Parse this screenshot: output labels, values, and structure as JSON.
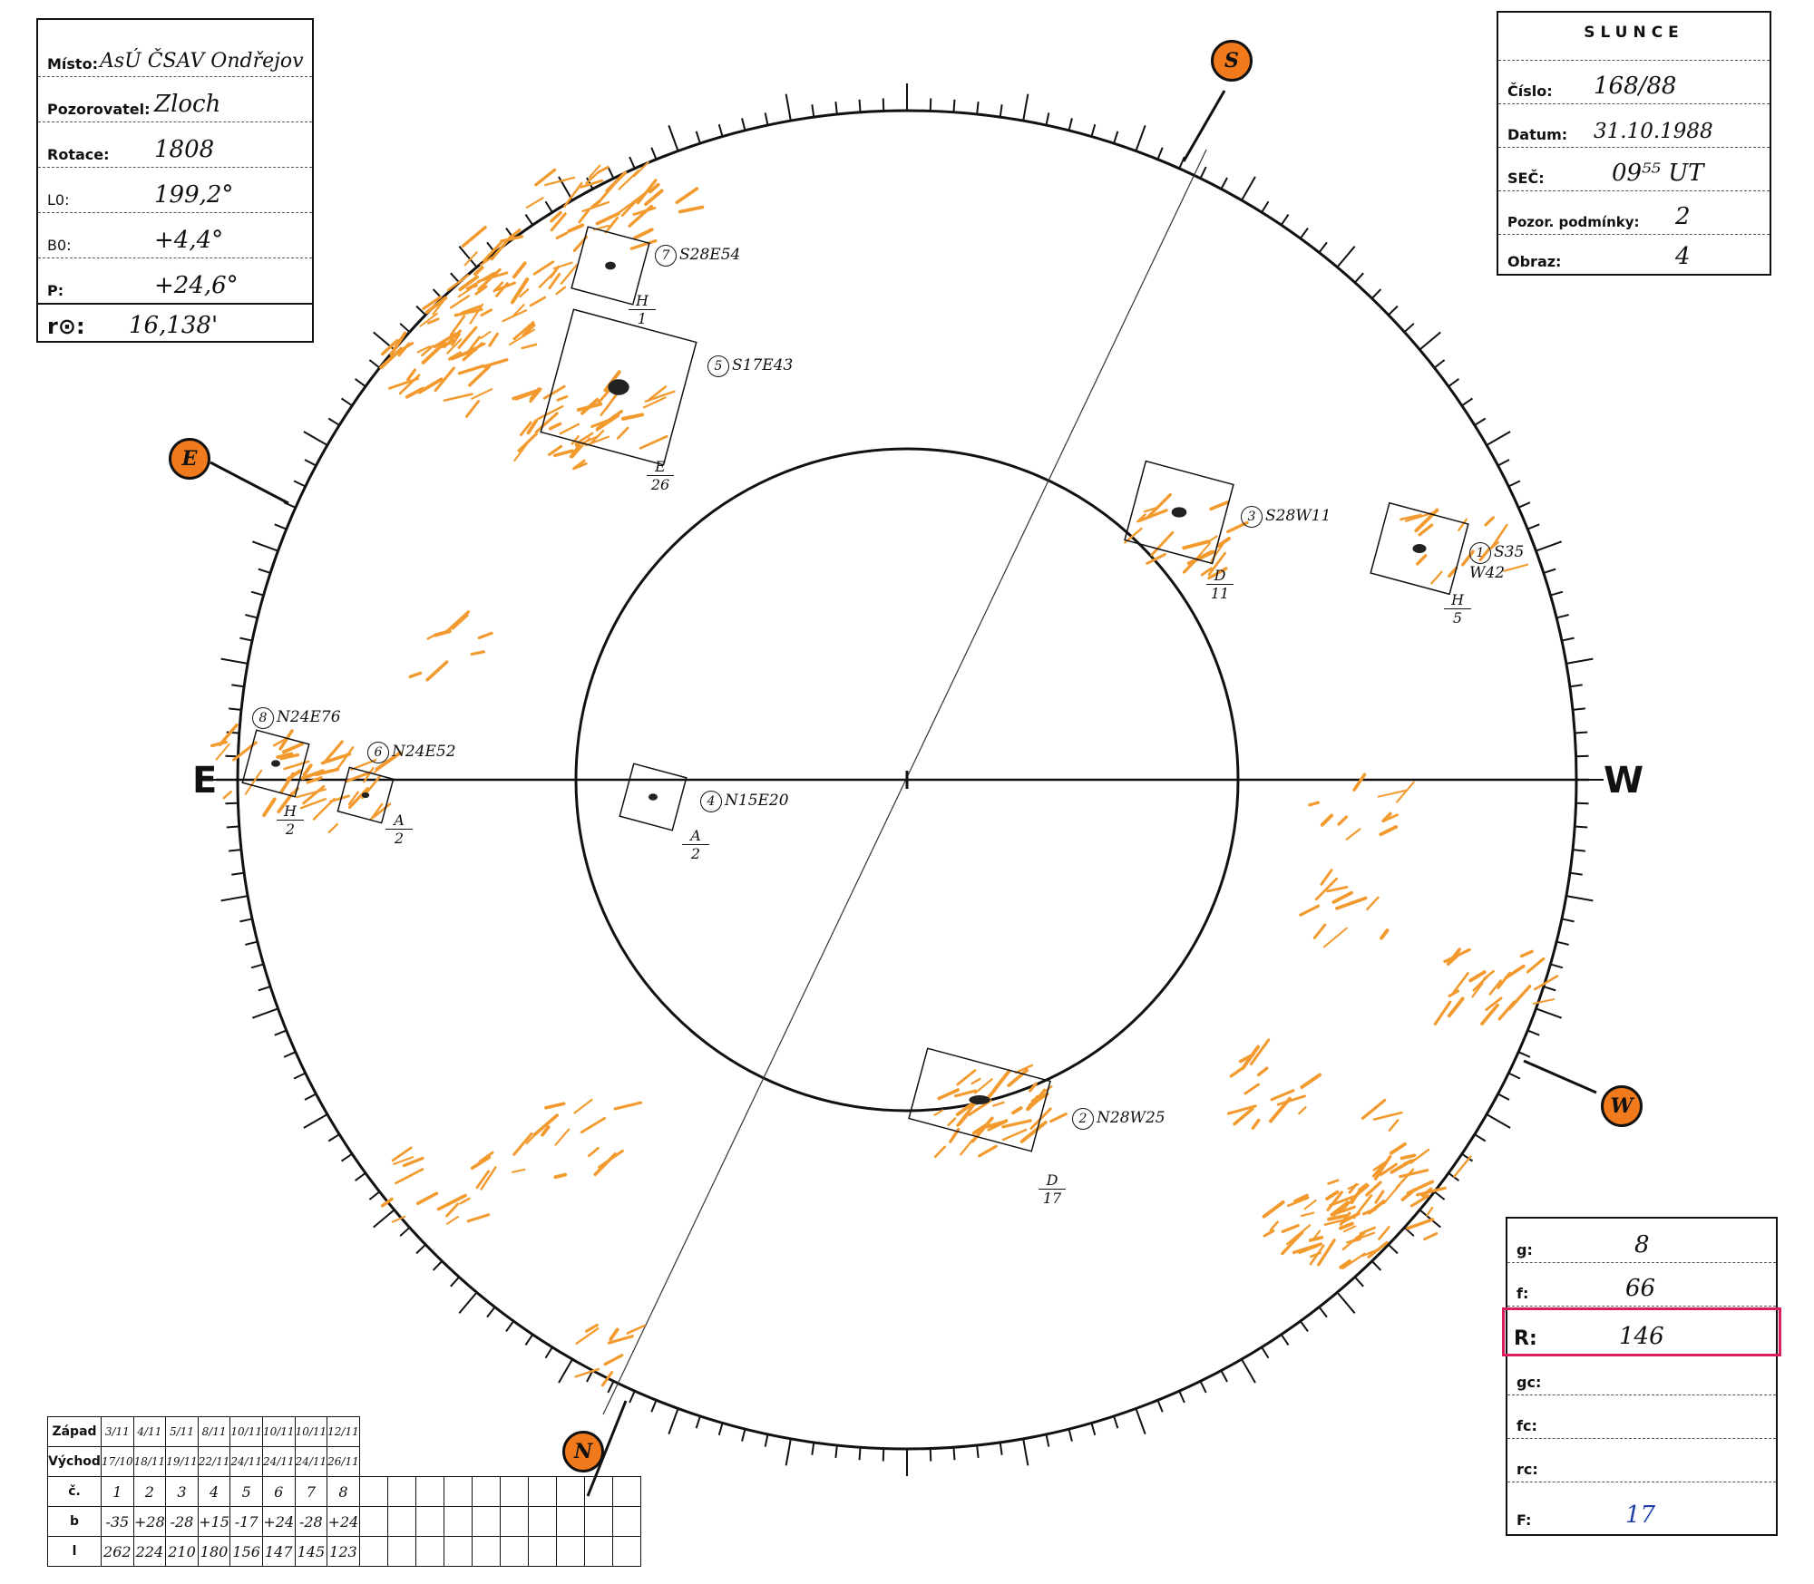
{
  "header_box": {
    "misto_label": "Místo:",
    "misto_value": "AsÚ ČSAV Ondřejov",
    "pozorovatel_label": "Pozorovatel:",
    "pozorovatel_value": "Zloch",
    "rotace_label": "Rotace:",
    "rotace_value": "1808",
    "l0_label": "L0:",
    "l0_value": "199,2°",
    "b0_label": "B0:",
    "b0_value": "+4,4°",
    "p_label": "P:",
    "p_value": "+24,6°",
    "r0_label": "r⊙:",
    "r0_value": "16,138'"
  },
  "slunce_box": {
    "title": "SLUNCE",
    "cislo_label": "Číslo:",
    "cislo_value": "168/88",
    "datum_label": "Datum:",
    "datum_value": "31.10.1988",
    "sec_label": "SEČ:",
    "sec_value": "09⁵⁵ UT",
    "podminky_label": "Pozor. podmínky:",
    "podminky_value": "2",
    "obraz_label": "Obraz:",
    "obraz_value": "4"
  },
  "cardinals": {
    "east": "E",
    "west": "W"
  },
  "markers": {
    "south": "S",
    "east": "E",
    "west": "W",
    "north": "N"
  },
  "groups": [
    {
      "num": "7",
      "label": "S28E54",
      "cls": "H",
      "count": "1"
    },
    {
      "num": "5",
      "label": "S17E43",
      "cls": "E",
      "count": "26"
    },
    {
      "num": "3",
      "label": "S28W11",
      "cls": "D",
      "count": "11"
    },
    {
      "num": "1",
      "label": "S35 W42",
      "cls": "H",
      "count": "5"
    },
    {
      "num": "8",
      "label": "N24E76",
      "cls": "H",
      "count": "2"
    },
    {
      "num": "6",
      "label": "N24E52",
      "cls": "A",
      "count": "2"
    },
    {
      "num": "4",
      "label": "N15E20",
      "cls": "A",
      "count": "2"
    },
    {
      "num": "2",
      "label": "N28W25",
      "cls": "D",
      "count": "17"
    }
  ],
  "stats_box": {
    "g_label": "g:",
    "g_value": "8",
    "f_label": "f:",
    "f_value": "66",
    "r_label": "R:",
    "r_value": "146",
    "gc_label": "gc:",
    "fc_label": "fc:",
    "rc_label": "rc:",
    "F_label": "F:",
    "F_value": "17",
    "highlight_color": "#d81e5b"
  },
  "obs_table": {
    "zapad_label": "Západ",
    "vychod_label": "Východ",
    "c_label": "č.",
    "b_label": "b",
    "l_label": "l",
    "zapad": [
      "3/11",
      "4/11",
      "5/11",
      "8/11",
      "10/11",
      "10/11",
      "10/11",
      "12/11"
    ],
    "vychod": [
      "17/10",
      "18/11",
      "19/11",
      "22/11",
      "24/11",
      "24/11",
      "24/11",
      "26/11"
    ],
    "c": [
      "1",
      "2",
      "3",
      "4",
      "5",
      "6",
      "7",
      "8"
    ],
    "b": [
      "-35",
      "+28",
      "-28",
      "+15",
      "-17",
      "+24",
      "-28",
      "+24"
    ],
    "l": [
      "262",
      "224",
      "210",
      "180",
      "156",
      "147",
      "145",
      "123"
    ]
  },
  "colors": {
    "facula": "#f29a2e",
    "marker": "#f07a1c",
    "ink": "#111111"
  }
}
